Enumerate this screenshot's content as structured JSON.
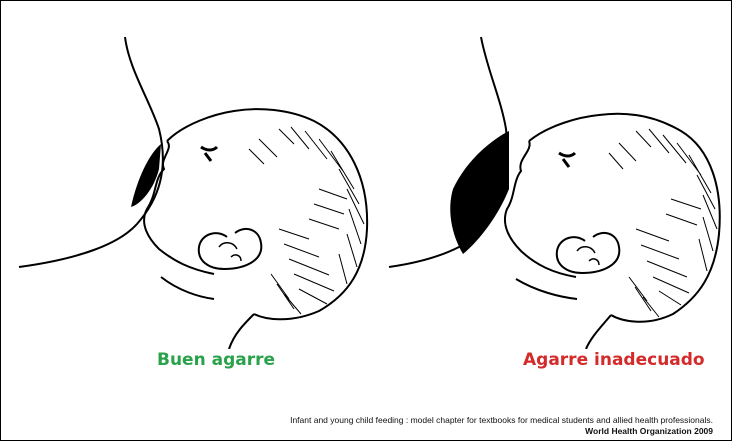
{
  "illustrations": {
    "good": {
      "label": "Buen agarre",
      "label_color": "#2aa24b"
    },
    "bad": {
      "label": "Agarre inadecuado",
      "label_color": "#d42a2a"
    }
  },
  "caption": {
    "source": "Infant and young child feeding : model chapter for textbooks for medical students and allied  health professionals.",
    "org": "World Health Organization  2009"
  }
}
